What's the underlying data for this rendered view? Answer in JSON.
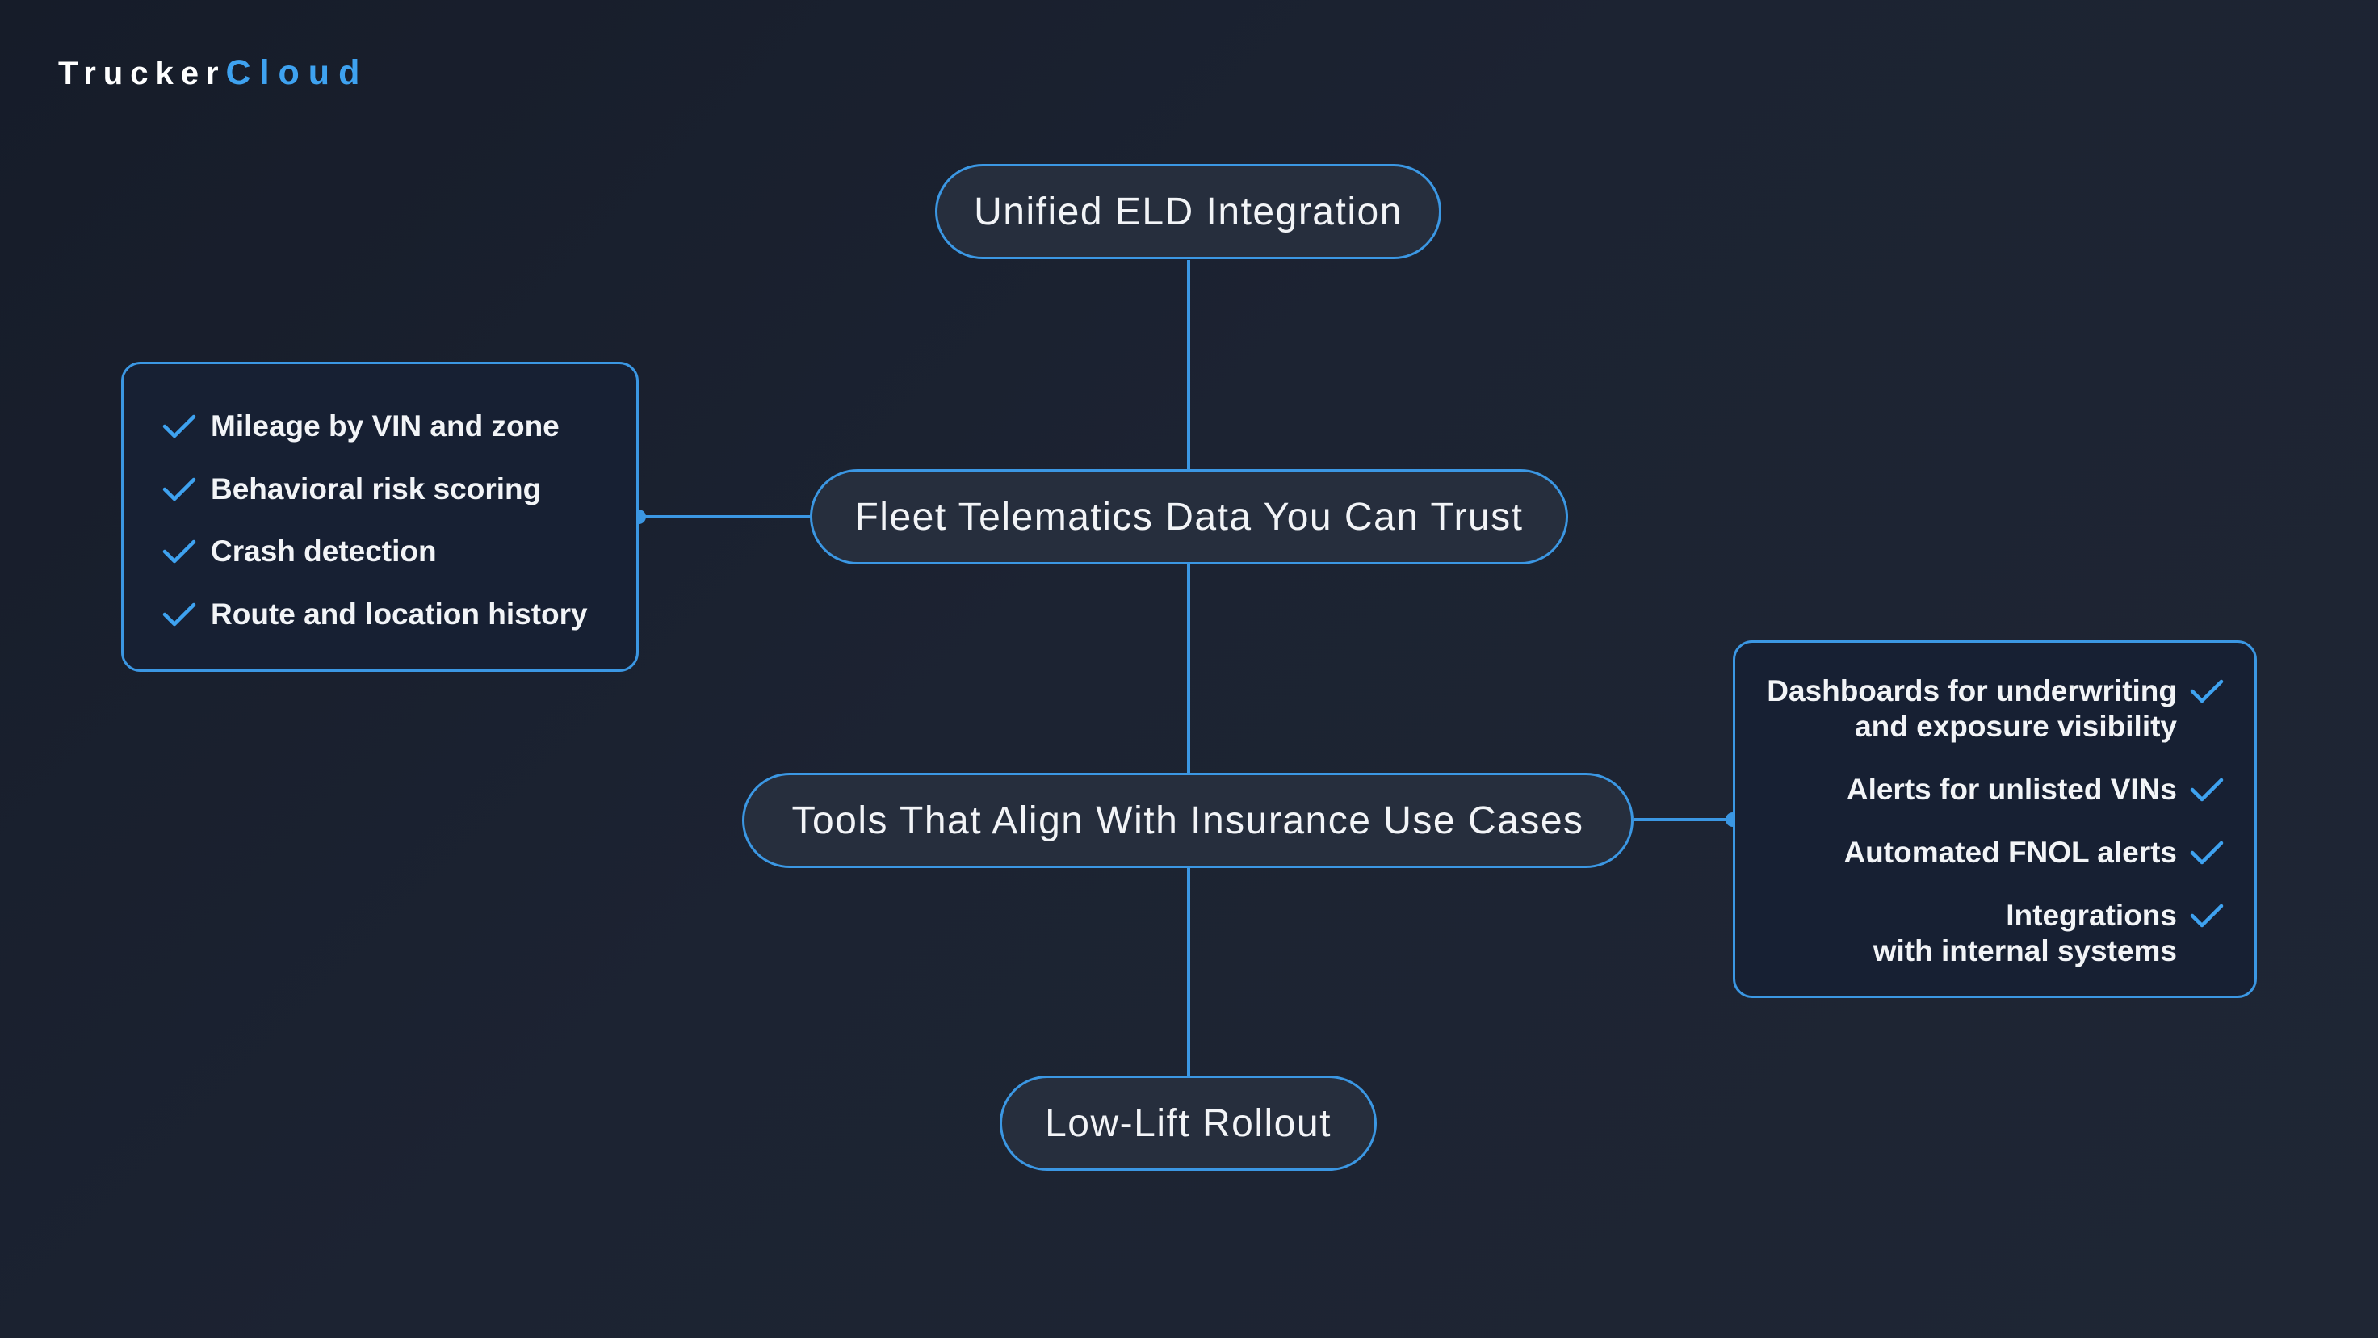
{
  "brand": {
    "logo_part1": "Trucker",
    "logo_part2": "Cloud",
    "colors": {
      "accent": "#3ea2f0",
      "line": "#3b97e3",
      "background": "#1b2130"
    }
  },
  "nodes": {
    "unified_eld": "Unified ELD Integration",
    "fleet_telematics": "Fleet Telematics Data You Can Trust",
    "tools_align": "Tools That Align With Insurance Use Cases",
    "low_lift": "Low-Lift Rollout"
  },
  "left_panel": {
    "items": [
      {
        "label": "Mileage by VIN and zone",
        "icon": "check-icon"
      },
      {
        "label": "Behavioral risk scoring",
        "icon": "check-icon"
      },
      {
        "label": "Crash detection",
        "icon": "check-icon"
      },
      {
        "label": "Route and location history",
        "icon": "check-icon"
      }
    ]
  },
  "right_panel": {
    "items": [
      {
        "line1": "Dashboards for underwriting",
        "line2": "and exposure visibility",
        "icon": "check-icon"
      },
      {
        "line1": "Alerts for unlisted VINs",
        "icon": "check-icon"
      },
      {
        "line1": "Automated FNOL alerts",
        "icon": "check-icon"
      },
      {
        "line1": "Integrations",
        "line2": "with internal systems",
        "icon": "check-icon"
      }
    ]
  }
}
